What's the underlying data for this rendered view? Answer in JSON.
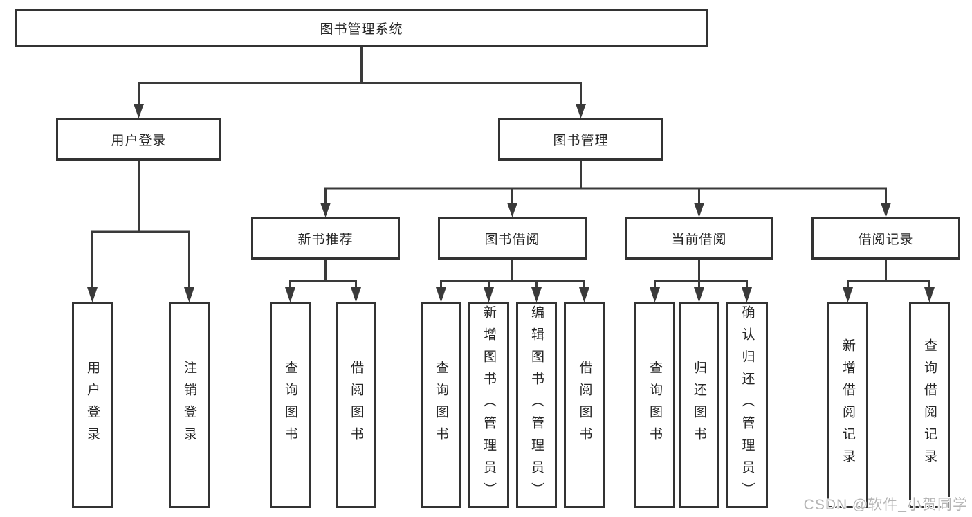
{
  "diagram": {
    "root": {
      "label": "图书管理系统"
    },
    "branches": [
      {
        "label": "用户登录",
        "children": [
          {
            "label": "用户登录"
          },
          {
            "label": "注销登录"
          }
        ]
      },
      {
        "label": "图书管理",
        "children": [
          {
            "label": "新书推荐",
            "children": [
              {
                "label": "查询图书"
              },
              {
                "label": "借阅图书"
              }
            ]
          },
          {
            "label": "图书借阅",
            "children": [
              {
                "label": "查询图书"
              },
              {
                "label": "新增图书（管理员）"
              },
              {
                "label": "编辑图书（管理员）"
              },
              {
                "label": "借阅图书"
              }
            ]
          },
          {
            "label": "当前借阅",
            "children": [
              {
                "label": "查询图书"
              },
              {
                "label": "归还图书"
              },
              {
                "label": "确认归还（管理员）"
              }
            ]
          },
          {
            "label": "借阅记录",
            "children": [
              {
                "label": "新增借阅记录"
              },
              {
                "label": "查询借阅记录"
              }
            ]
          }
        ]
      }
    ]
  },
  "watermark": "CSDN @软件_小贺同学",
  "colors": {
    "line": "#3a3a3a",
    "border": "#333333",
    "text": "#262626",
    "watermark": "#b5b5b5",
    "background": "#ffffff"
  }
}
